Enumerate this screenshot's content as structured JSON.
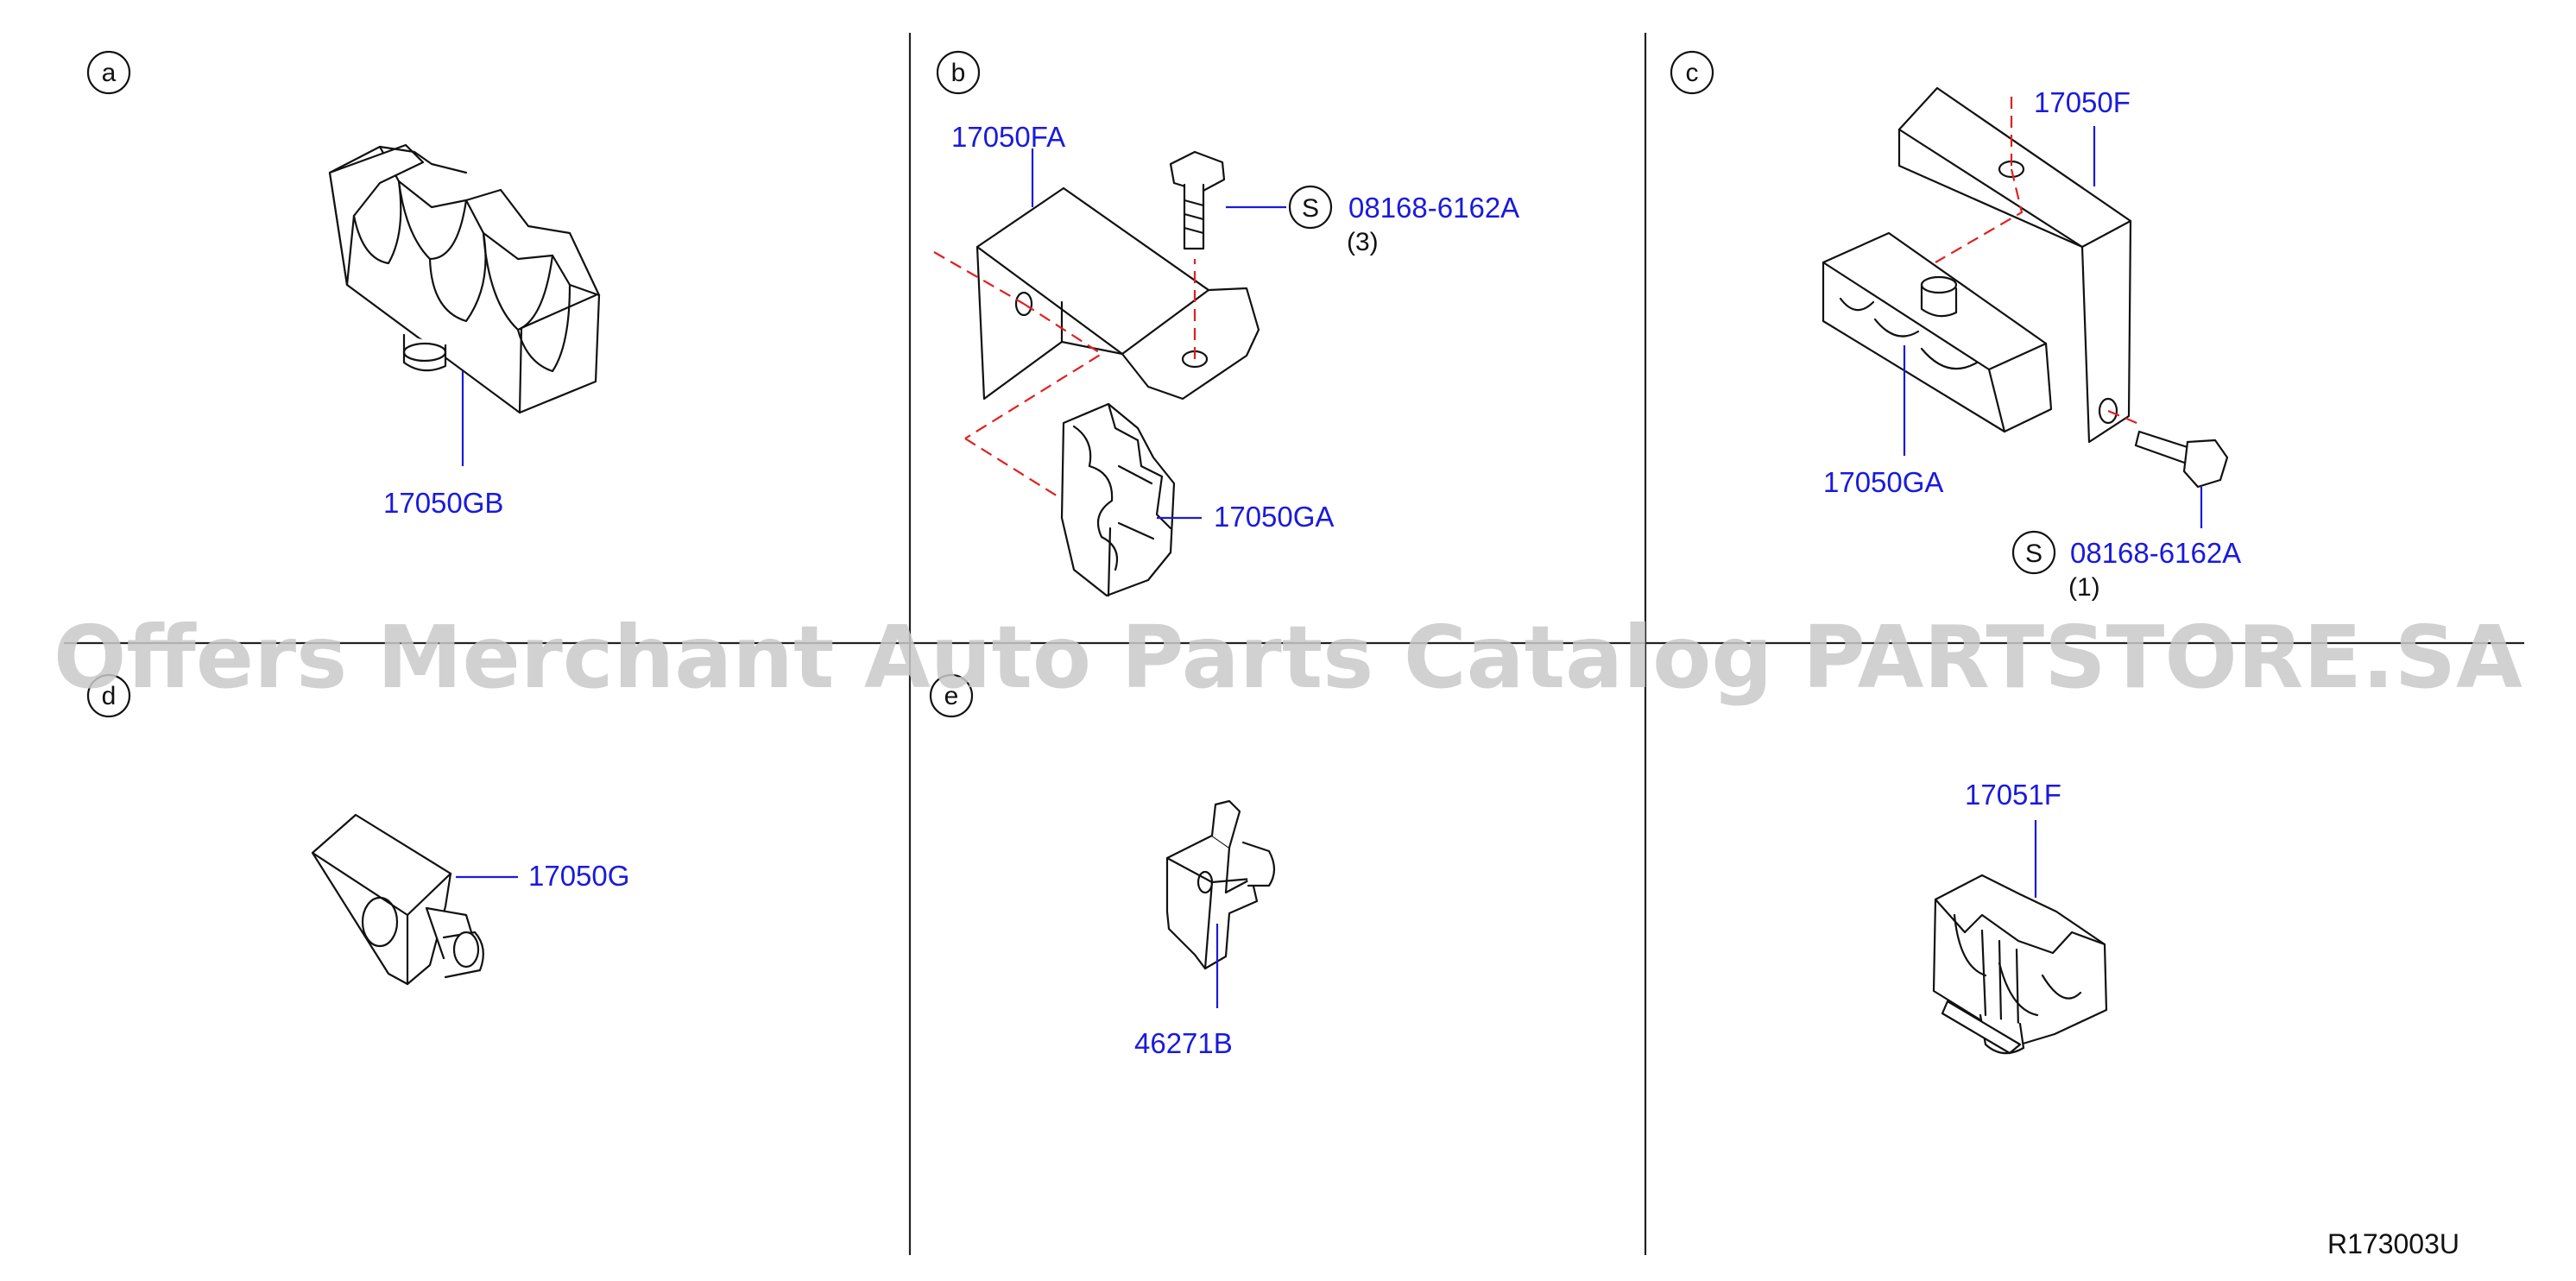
{
  "sections": {
    "a": {
      "letter": "a",
      "parts": [
        {
          "number": "17050GB"
        }
      ]
    },
    "b": {
      "letter": "b",
      "parts": [
        {
          "number": "17050FA"
        },
        {
          "number": "08168-6162A",
          "symbol": "S",
          "qty": "(3)"
        },
        {
          "number": "17050GA"
        }
      ]
    },
    "c": {
      "letter": "c",
      "parts": [
        {
          "number": "17050F"
        },
        {
          "number": "17050GA"
        },
        {
          "number": "08168-6162A",
          "symbol": "S",
          "qty": "(1)"
        }
      ]
    },
    "d": {
      "letter": "d",
      "parts": [
        {
          "number": "17050G"
        }
      ]
    },
    "e": {
      "letter": "e",
      "parts": [
        {
          "number": "46271B"
        }
      ]
    },
    "f": {
      "parts": [
        {
          "number": "17051F"
        }
      ]
    }
  },
  "diagram_code": "R173003U",
  "watermark": "Offers Merchant Auto Parts Catalog PARTSTORE.SA",
  "colors": {
    "part_number": "#1a1adc",
    "hidden_line": "#e02020",
    "watermark": "#c9c9c9"
  }
}
